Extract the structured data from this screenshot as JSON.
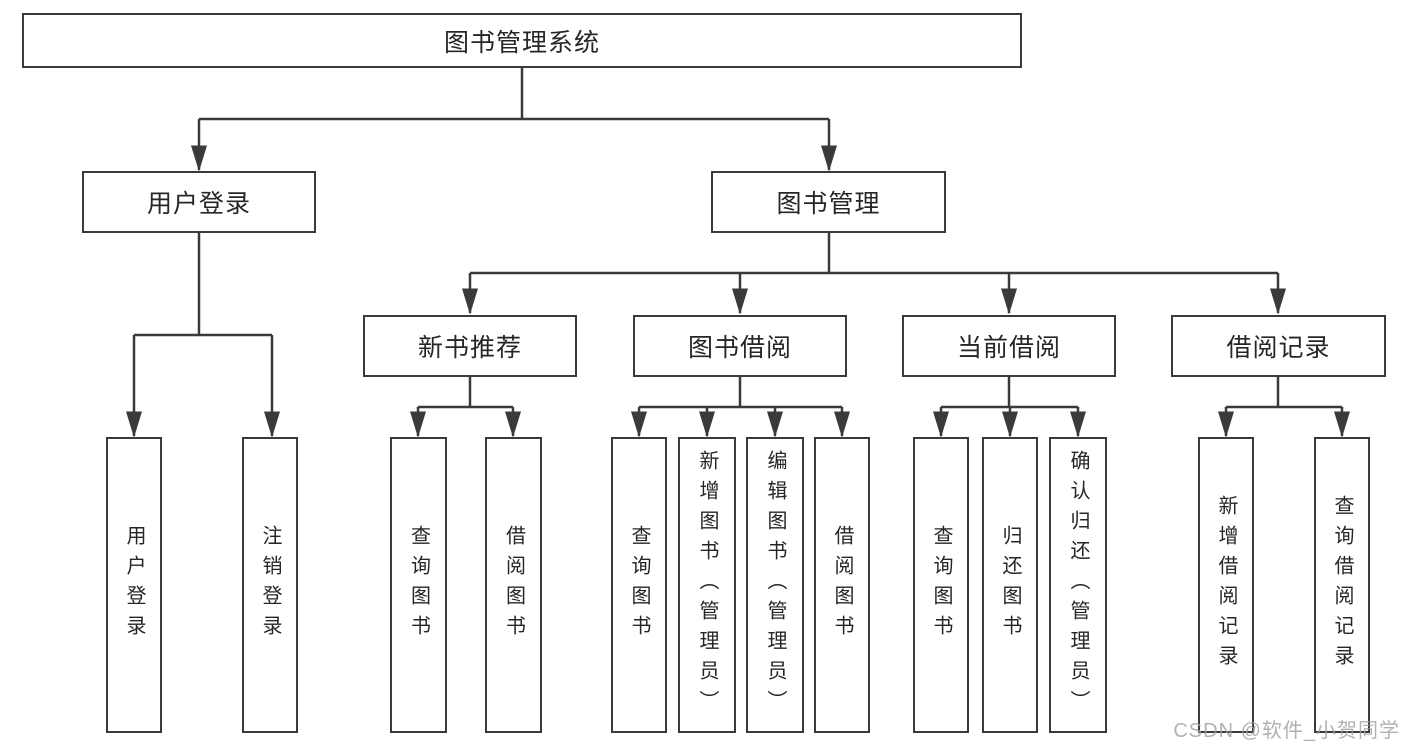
{
  "tree": {
    "root": {
      "label": "图书管理系统",
      "children": [
        {
          "label": "用户登录",
          "children": [
            {
              "label": "用户登录"
            },
            {
              "label": "注销登录"
            }
          ]
        },
        {
          "label": "图书管理",
          "children": [
            {
              "label": "新书推荐",
              "children": [
                {
                  "label": "查询图书"
                },
                {
                  "label": "借阅图书"
                }
              ]
            },
            {
              "label": "图书借阅",
              "children": [
                {
                  "label": "查询图书"
                },
                {
                  "label": "新增图书（管理员）"
                },
                {
                  "label": "编辑图书（管理员）"
                },
                {
                  "label": "借阅图书"
                }
              ]
            },
            {
              "label": "当前借阅",
              "children": [
                {
                  "label": "查询图书"
                },
                {
                  "label": "归还图书"
                },
                {
                  "label": "确认归还（管理员）"
                }
              ]
            },
            {
              "label": "借阅记录",
              "children": [
                {
                  "label": "新增借阅记录"
                },
                {
                  "label": "查询借阅记录"
                }
              ]
            }
          ]
        }
      ]
    }
  },
  "watermark": {
    "text": "CSDN @软件_小贺同学"
  },
  "colors": {
    "line": "#3a3a3a",
    "border": "#3a3a3a",
    "text": "#262626",
    "watermark": "#9e9e9e",
    "background": "#ffffff"
  }
}
